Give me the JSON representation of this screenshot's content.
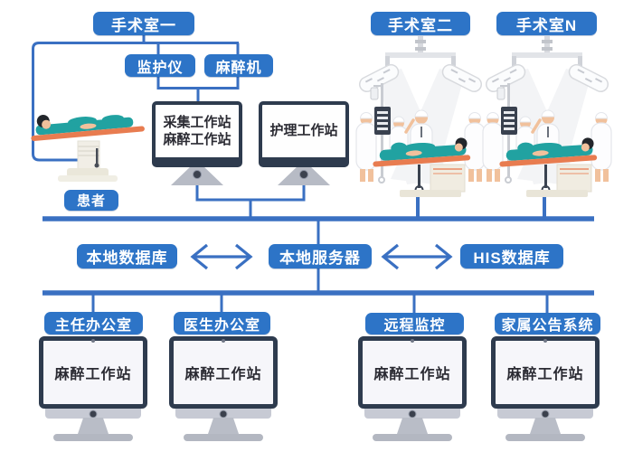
{
  "colors": {
    "accent_blue": "#2d74c7",
    "line_blue": "#3a70c2",
    "monitor_bezel": "#2e3b4e",
    "table_teal": "#21a2a1",
    "table_orange": "#e87c50"
  },
  "top": {
    "or1": {
      "label": "手术室一",
      "monitor_device": "监护仪",
      "anesthesia_device": "麻醉机"
    },
    "or2": {
      "label": "手术室二"
    },
    "orn": {
      "label": "手术室N"
    }
  },
  "workstations": {
    "acquisition_line1": "采集工作站",
    "acquisition_line2": "麻醉工作站",
    "nursing": "护理工作站"
  },
  "patient_label": "患者",
  "middle": {
    "local_db": "本地数据库",
    "local_server": "本地服务器",
    "his_db": "HIS数据库"
  },
  "offices": [
    {
      "label": "主任办公室",
      "workstation": "麻醉工作站"
    },
    {
      "label": "医生办公室",
      "workstation": "麻醉工作站"
    },
    {
      "label": "远程监控",
      "workstation": "麻醉工作站"
    },
    {
      "label": "家属公告系统",
      "workstation": "麻醉工作站"
    }
  ]
}
